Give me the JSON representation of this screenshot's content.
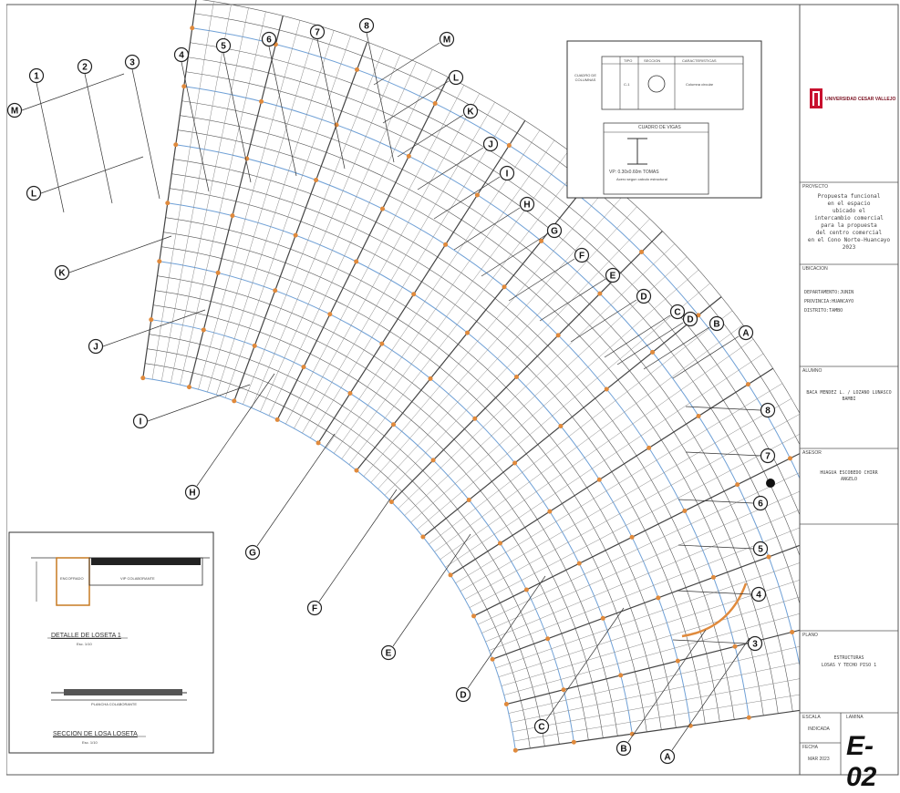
{
  "drawing": {
    "radial_axes": [
      "1",
      "2",
      "3",
      "4",
      "5",
      "6",
      "7",
      "8"
    ],
    "letter_axes_top": [
      "M",
      "L",
      "K",
      "J",
      "I",
      "H",
      "G",
      "F",
      "E",
      "D",
      "C",
      "D",
      "B",
      "A"
    ],
    "letter_axes_bottom": [
      "H",
      "G",
      "F",
      "E",
      "D",
      "C",
      "B",
      "A"
    ],
    "number_axes_right": [
      "8",
      "7",
      "6",
      "5",
      "4",
      "3"
    ],
    "left_axes": [
      "M",
      "L",
      "K",
      "J",
      "I"
    ]
  },
  "detail": {
    "title": "DETALLE DE LOSETA 1",
    "scale": "Esc. 1/10",
    "label_left": "ENCOFRADO",
    "label_right": "VIP COLABORANTE",
    "section_title": "SECCION DE LOSA LOSETA",
    "section_scale": "Esc. 1/10",
    "section_label": "PLANCHA COLABORANTE"
  },
  "legend": {
    "cols": [
      "TIPO",
      "SECCION",
      "CARACTERISTICAS"
    ],
    "row_label": "CUADRO DE COLUMNAS",
    "row_type": "C-1",
    "row_desc": "Columna circular",
    "beams_title": "CUADRO DE VIGAS",
    "beam_label": "VP: 0.30x0.60m TOMAS",
    "beam_note": "Acero segun calculo estructural"
  },
  "title_block": {
    "university": "UNIVERSIDAD CESAR VALLEJO",
    "project_label": "PROYECTO",
    "project_text": [
      "Propuesta funcional",
      "en el espacio",
      "ubicado el",
      "intercambio comercial",
      "para la propuesta",
      "del centro comercial",
      "en el Cono Norte-Huancayo",
      "2023"
    ],
    "location_label": "UBICACION",
    "location_text": [
      "DEPARTAMENTO:JUNIN",
      "PROVINCIA:HUANCAYO",
      "DISTRITO:TAMBO"
    ],
    "student_label": "ALUMNO",
    "student_text": [
      "BACA MENDEZ L. / LOZANO LUNASCO",
      "BAMBI"
    ],
    "advisor_label": "ASESOR",
    "advisor_text": [
      "HUAGUA ESCOBEDO CHIRR",
      "ANGELO"
    ],
    "sheet_label": "PLANO",
    "sheet_text": [
      "ESTRUCTURAS",
      "LOSAS Y TECHO PISO 1"
    ],
    "scale_label": "ESCALA",
    "scale_value": "INDICADA",
    "date_label": "FECHA",
    "date_value": "MAR 2023",
    "lamina_label": "LAMINA",
    "code": "E-02"
  }
}
